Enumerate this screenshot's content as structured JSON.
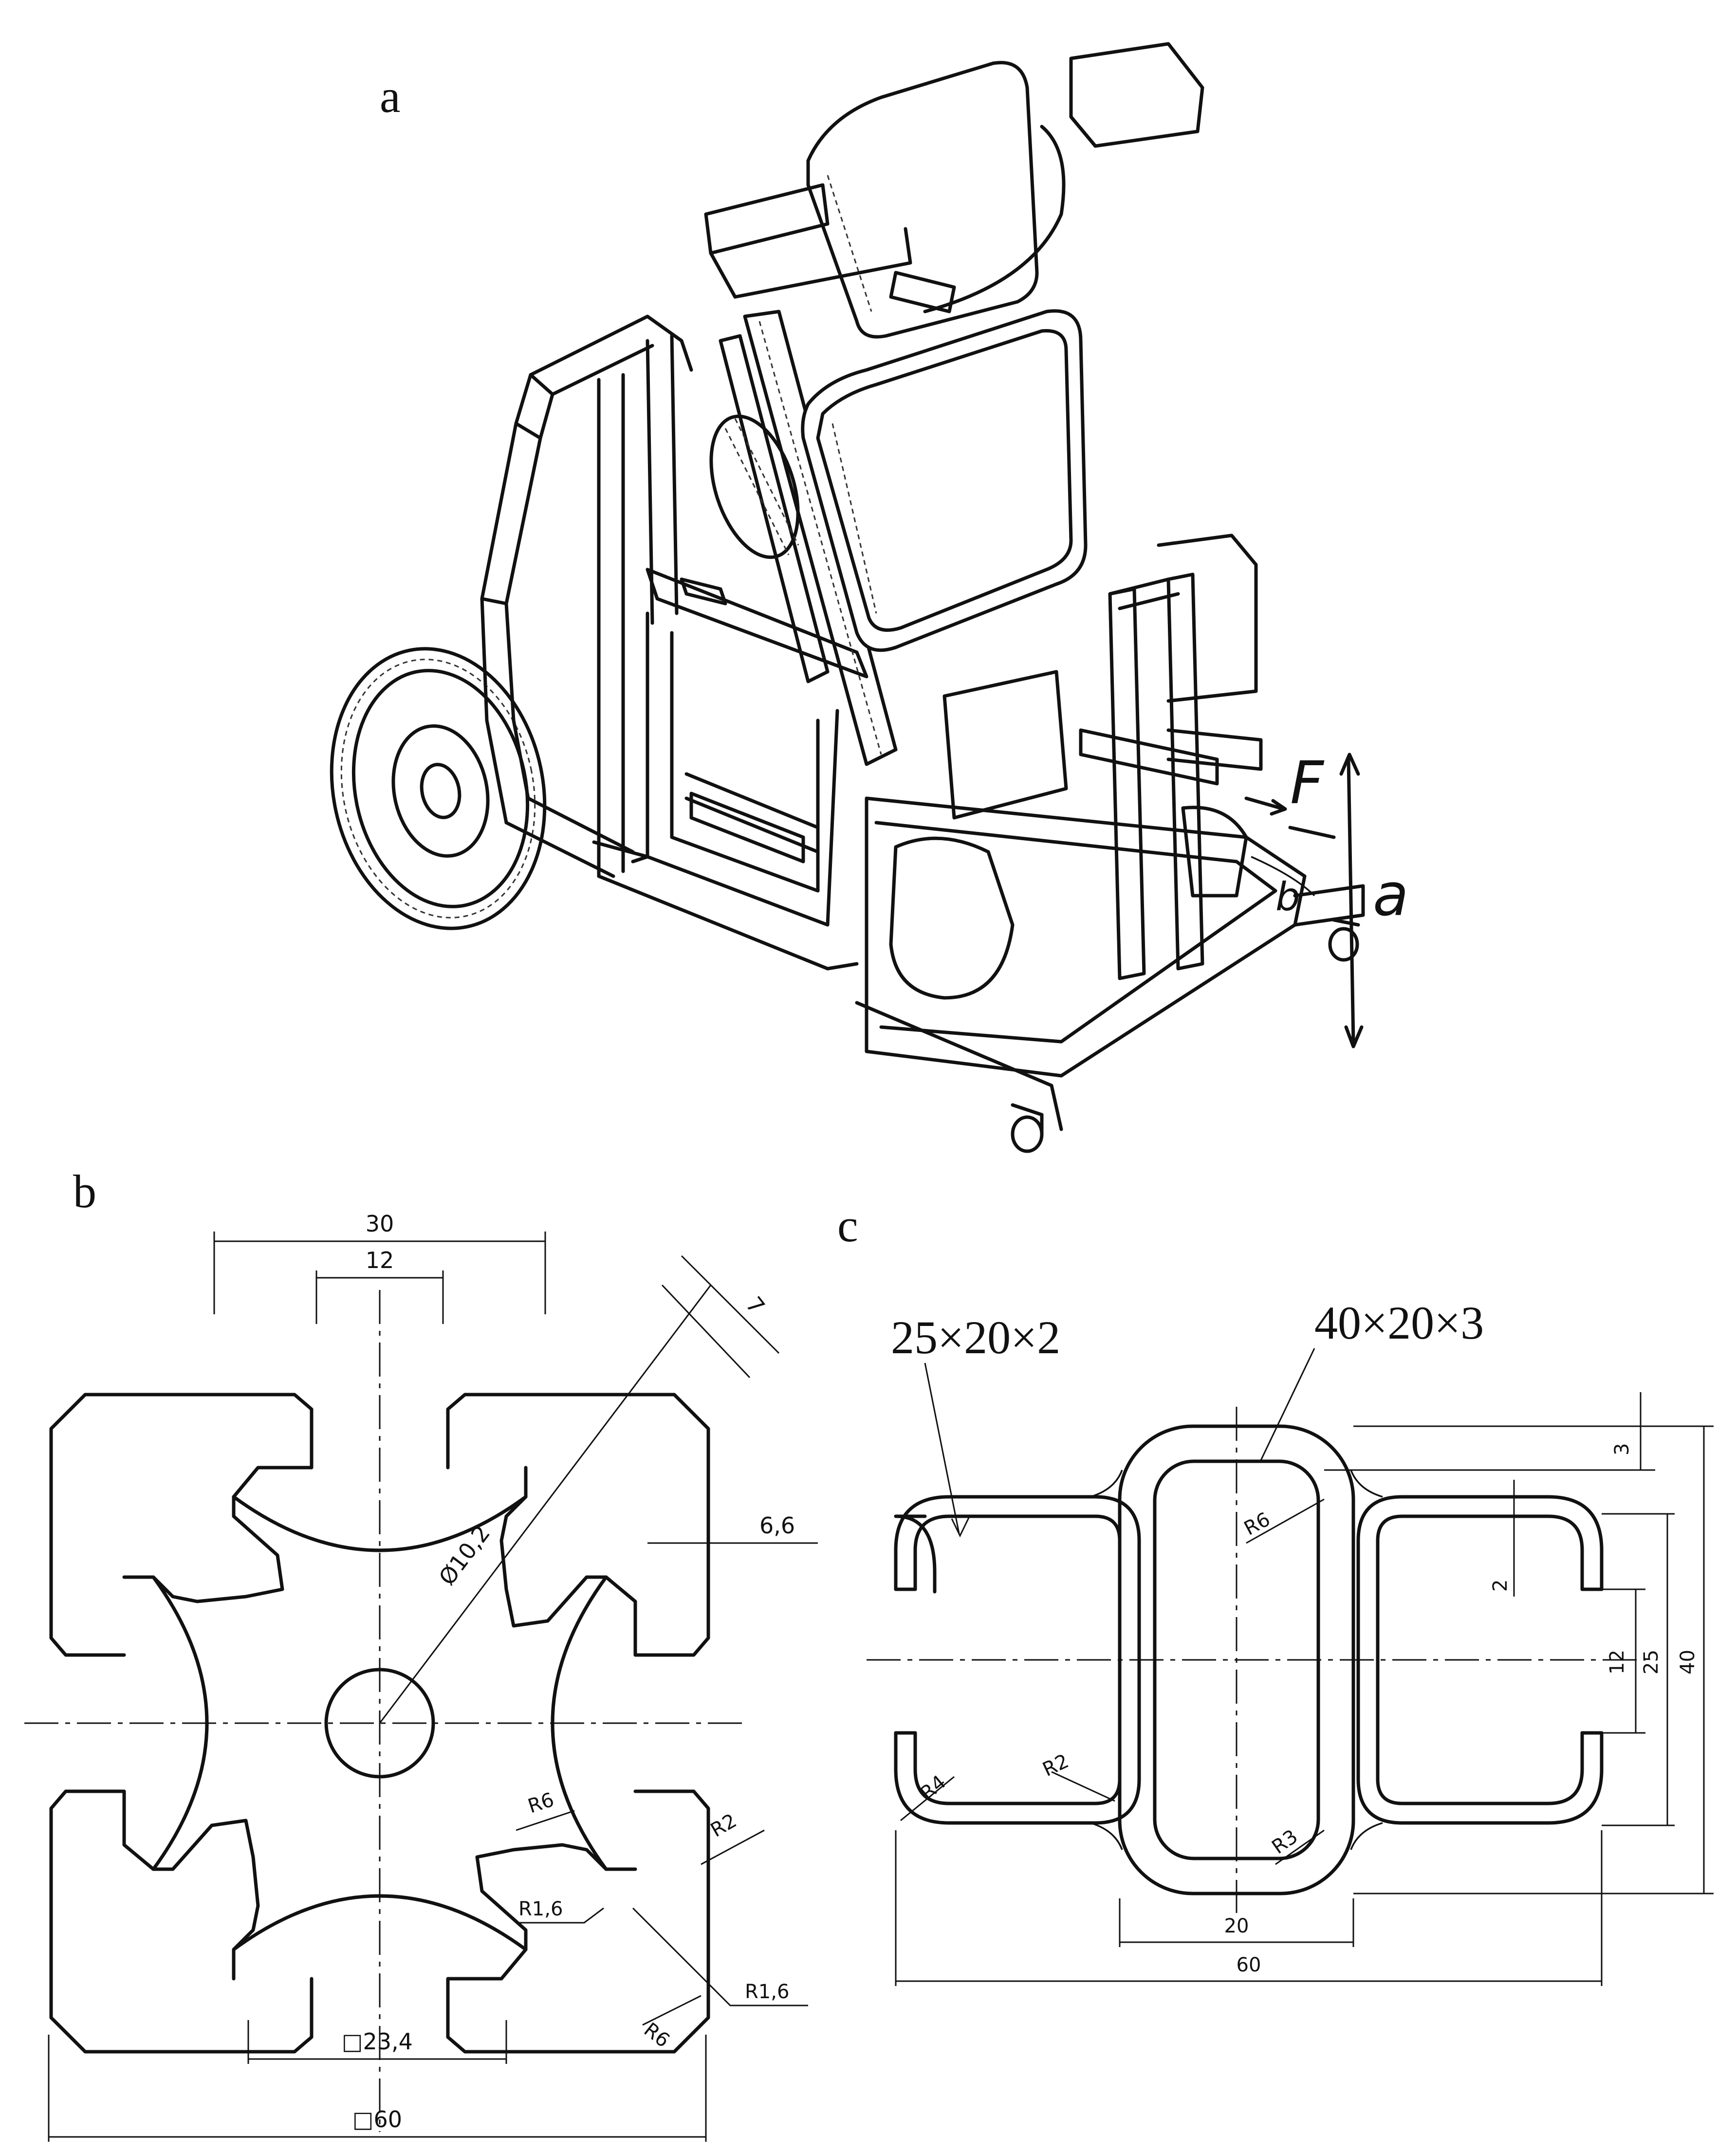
{
  "panels": {
    "a": {
      "letter": "a",
      "force_label": "F",
      "distance_label": "a",
      "lever_label": "b"
    },
    "b": {
      "letter": "b",
      "dims": {
        "slot_outer": "30",
        "slot_inner": "12",
        "diag": "7",
        "bore": "Ø10,2",
        "wall": "6,6",
        "r_inner": "R6",
        "r_corner": "R2",
        "r_small_1": "R1,6",
        "r_small_2": "R1,6",
        "r_lower": "R6",
        "core": "□23,4",
        "overall": "□60"
      }
    },
    "c": {
      "letter": "c",
      "spec_channel": "25×20×2",
      "spec_tube": "40×20×3",
      "dims": {
        "r_tube_inner": "R6",
        "t3": "3",
        "t2": "2",
        "h12": "12",
        "h25": "25",
        "h40": "40",
        "r4": "R4",
        "r2": "R2",
        "r3": "R3",
        "w20": "20",
        "w60": "60"
      }
    }
  },
  "colors": {
    "ink": "#111111",
    "paper": "#ffffff"
  }
}
